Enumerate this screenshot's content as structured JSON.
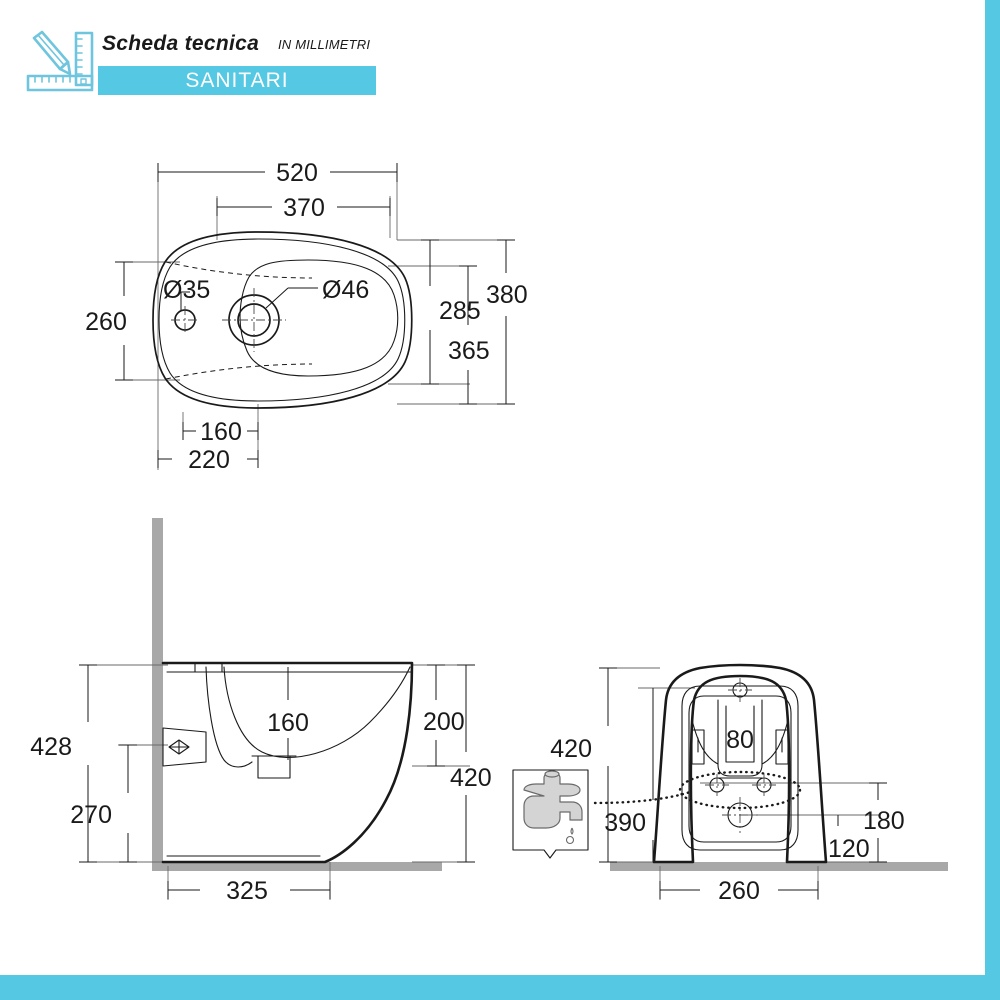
{
  "header": {
    "logo_icon": "pencil-ruler-icon",
    "title_main": "Scheda tecnica",
    "title_unit": "IN MILLIMETRI",
    "title_category": "SANITARI",
    "accent_color": "#55c8e3"
  },
  "page": {
    "background": "#ffffff",
    "edge_accent_color": "#55c8e3",
    "line_color": "#1a1a1a",
    "wall_color": "#a8a8a8"
  },
  "views": {
    "top": {
      "name": "top-view",
      "dimensions": {
        "overall_width": "520",
        "inner_width": "370",
        "overall_depth_left": "260",
        "overall_depth_right": "380",
        "depth_285": "285",
        "depth_365": "365",
        "offset_160": "160",
        "offset_220": "220",
        "hole_small": "Ø35",
        "hole_drain": "Ø46"
      }
    },
    "side": {
      "name": "side-view",
      "dimensions": {
        "total_height": "428",
        "lower_height": "270",
        "bowl_depth": "160",
        "rim_height": "200",
        "front_height": "420",
        "projection": "325"
      }
    },
    "front": {
      "name": "front-view",
      "dimensions": {
        "total_height": "420",
        "bowl_height": "390",
        "tap_hole": "80",
        "drain_height": "180",
        "base_height": "120",
        "width": "260"
      },
      "faucet_icon": "faucet-icon"
    }
  }
}
